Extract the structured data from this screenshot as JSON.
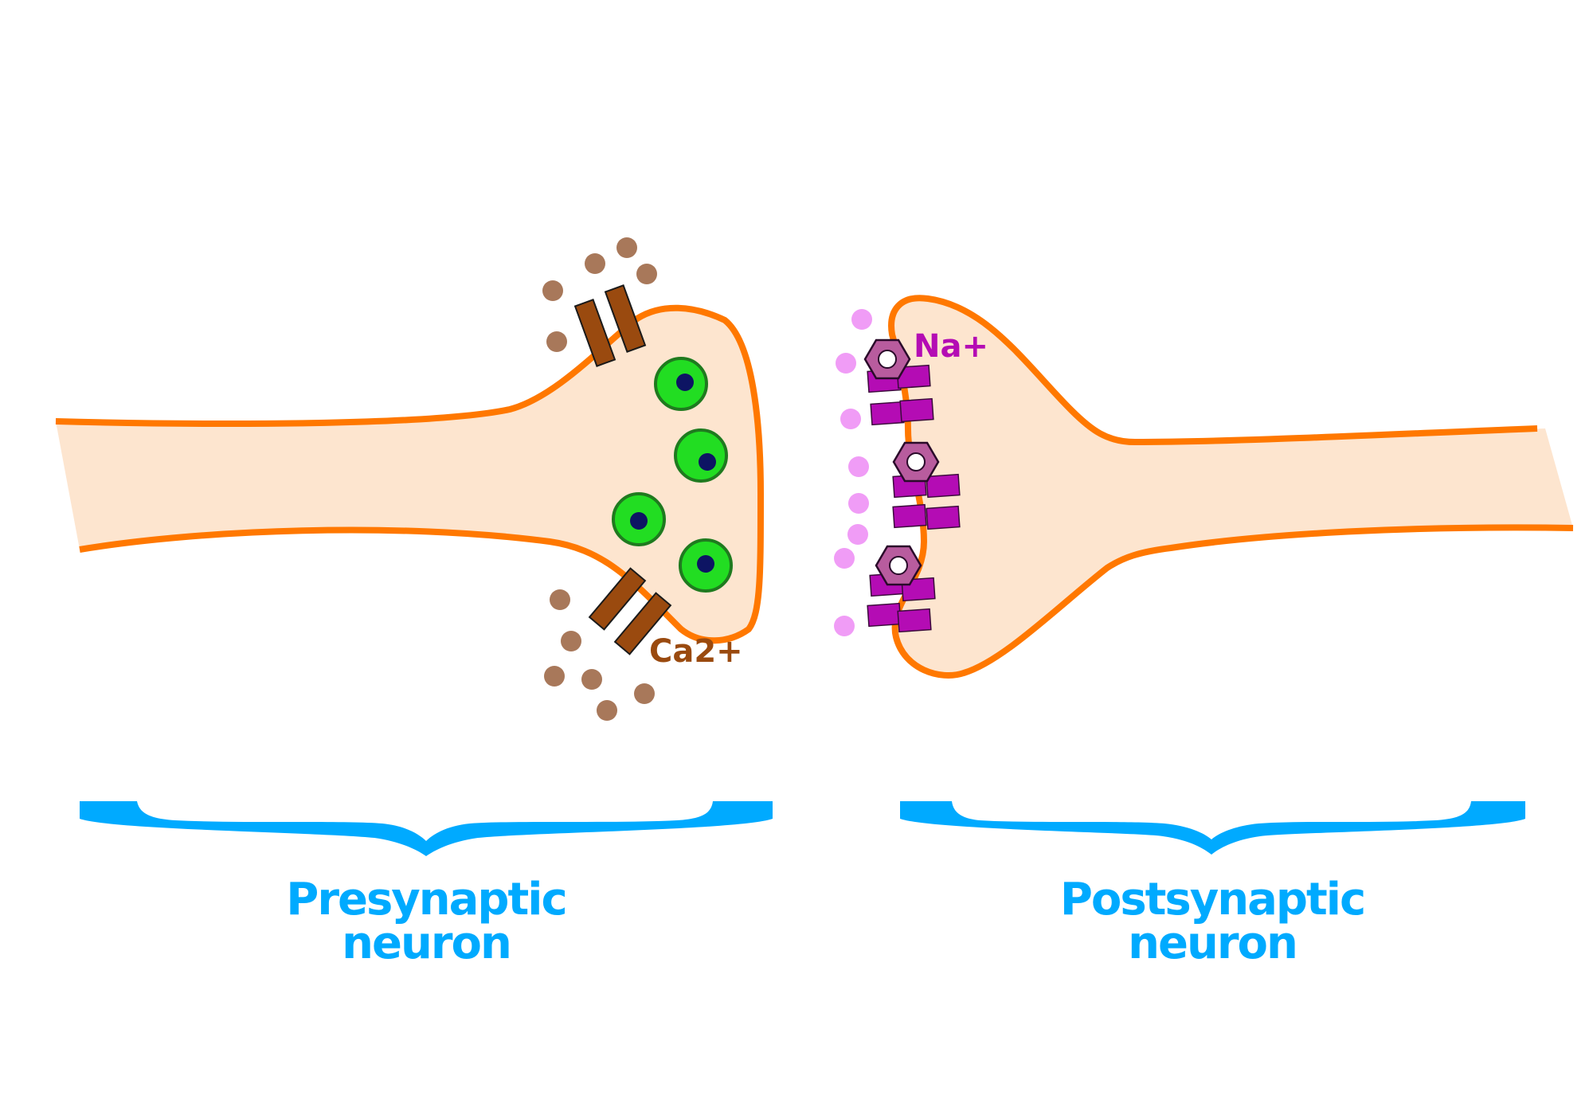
{
  "labels": {
    "calcium_ion": "Ca2+",
    "sodium_ion": "Na+",
    "presynaptic_line1": "Presynaptic",
    "presynaptic_line2": "neuron",
    "postsynaptic_line1": "Postsynaptic",
    "postsynaptic_line2": "neuron"
  },
  "colors": {
    "membrane": "#ff7800",
    "cytoplasm": "#fde5cf",
    "calcium_channel": "#9a4a0f",
    "calcium_ion": "#a8785a",
    "calcium_label": "#9a4a0f",
    "vesicle": "#22dd22",
    "vesicle_border": "#1f7a1f",
    "vesicle_core": "#0d1463",
    "sodium_ion": "#f09cf6",
    "sodium_label": "#b40cb4",
    "receptor": "#b40cb4",
    "neurotransmitter": "#b85c9e",
    "brace": "#00aaff",
    "caption": "#00aaff"
  }
}
